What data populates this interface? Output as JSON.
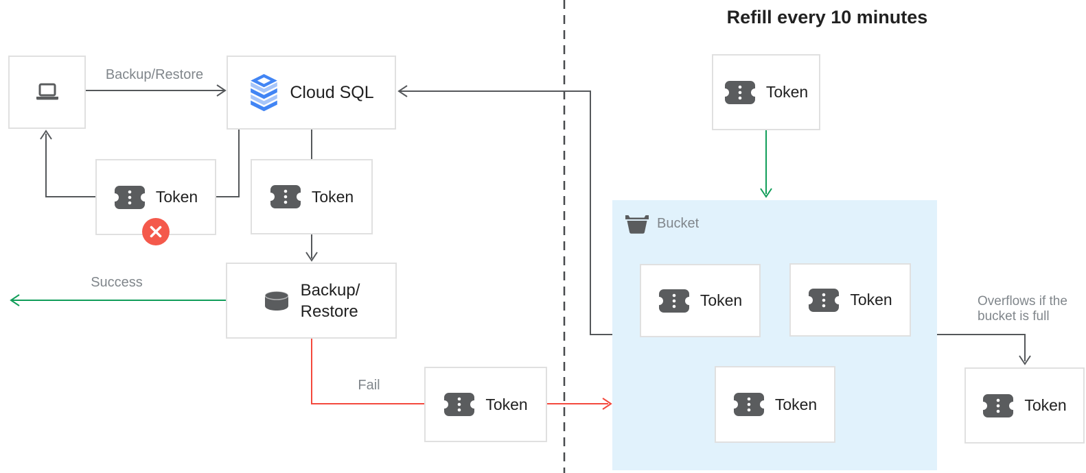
{
  "title": "Refill every 10 minutes",
  "nodes": {
    "client": {
      "icon": "laptop-icon"
    },
    "cloud_sql": {
      "icon": "cloud-sql-icon",
      "label": "Cloud SQL"
    },
    "token_expired": {
      "icon": "token-icon",
      "label": "Token",
      "badge": "error-x-icon"
    },
    "token_queued": {
      "icon": "token-icon",
      "label": "Token"
    },
    "backup_restore": {
      "icon": "database-icon",
      "label_line1": "Backup/",
      "label_line2": "Restore"
    },
    "token_failed": {
      "icon": "token-icon",
      "label": "Token"
    },
    "token_refill": {
      "icon": "token-icon",
      "label": "Token"
    },
    "bucket": {
      "icon": "bucket-icon",
      "label": "Bucket",
      "tokens": [
        {
          "icon": "token-icon",
          "label": "Token"
        },
        {
          "icon": "token-icon",
          "label": "Token"
        },
        {
          "icon": "token-icon",
          "label": "Token"
        }
      ]
    },
    "token_overflow": {
      "icon": "token-icon",
      "label": "Token"
    }
  },
  "edges": {
    "backup_restore_request": {
      "label": "Backup/Restore",
      "color": "gray",
      "from": "client",
      "to": "cloud_sql"
    },
    "success": {
      "label": "Success",
      "color": "green"
    },
    "fail": {
      "label": "Fail",
      "color": "red"
    },
    "overflow": {
      "label_line1": "Overflows if the",
      "label_line2": "bucket is full",
      "color": "gray"
    }
  },
  "colors": {
    "arrow_gray": "#54575a",
    "label_gray": "#80868b",
    "text_dark": "#212121",
    "green": "#0f9d58",
    "red": "#f4483c",
    "badge_red": "#f4594b",
    "bucket_fill": "#e1f2fc",
    "box_border": "#e0e0e0",
    "icon_gray": "#5a5c5e",
    "divider_gray": "#47494c",
    "cloud_sql_blue": "#4285f4",
    "cloud_sql_blue_light": "#a6c5fa"
  }
}
